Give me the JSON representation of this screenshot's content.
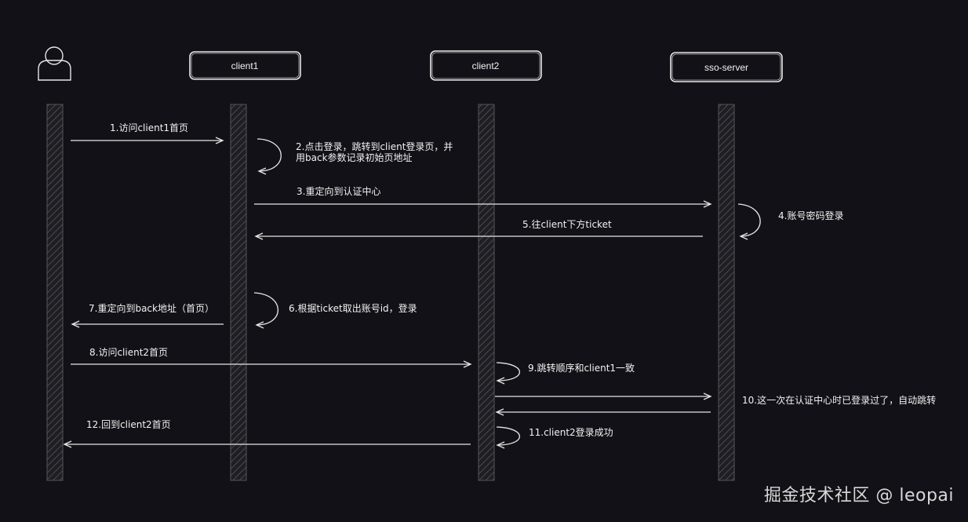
{
  "diagram": {
    "type": "sequence",
    "background": "#121117",
    "stroke_color": "#e6e6e6",
    "lifeline_color": "#555555",
    "participants": [
      {
        "id": "user",
        "label": "",
        "icon": "user-icon"
      },
      {
        "id": "client1",
        "label": "client1"
      },
      {
        "id": "client2",
        "label": "client2"
      },
      {
        "id": "sso",
        "label": "sso-server"
      }
    ],
    "messages": [
      {
        "label": "1.访问client1首页",
        "from": "user",
        "to": "client1"
      },
      {
        "label_line1": "2.点击登录，跳转到client登录页，并",
        "label_line2": "用back参数记录初始页地址",
        "from": "client1",
        "to": "client1"
      },
      {
        "label": "3.重定向到认证中心",
        "from": "client1",
        "to": "sso"
      },
      {
        "label": "4.账号密码登录",
        "from": "sso",
        "to": "sso"
      },
      {
        "label": "5.往client下方ticket",
        "from": "sso",
        "to": "client1"
      },
      {
        "label": "6.根据ticket取出账号id，登录",
        "from": "client1",
        "to": "client1"
      },
      {
        "label": "7.重定向到back地址（首页）",
        "from": "client1",
        "to": "user"
      },
      {
        "label": "8.访问client2首页",
        "from": "user",
        "to": "client2"
      },
      {
        "label": "9.跳转顺序和client1一致",
        "from": "client2",
        "to": "client2"
      },
      {
        "label": "10.这一次在认证中心时已登录过了，自动跳转",
        "from": "client2",
        "to": "sso",
        "bidirectional": true
      },
      {
        "label": "11.client2登录成功",
        "from": "client2",
        "to": "client2"
      },
      {
        "label": "12.回到client2首页",
        "from": "client2",
        "to": "user"
      }
    ]
  },
  "watermark": "掘金技术社区 @ leopai"
}
